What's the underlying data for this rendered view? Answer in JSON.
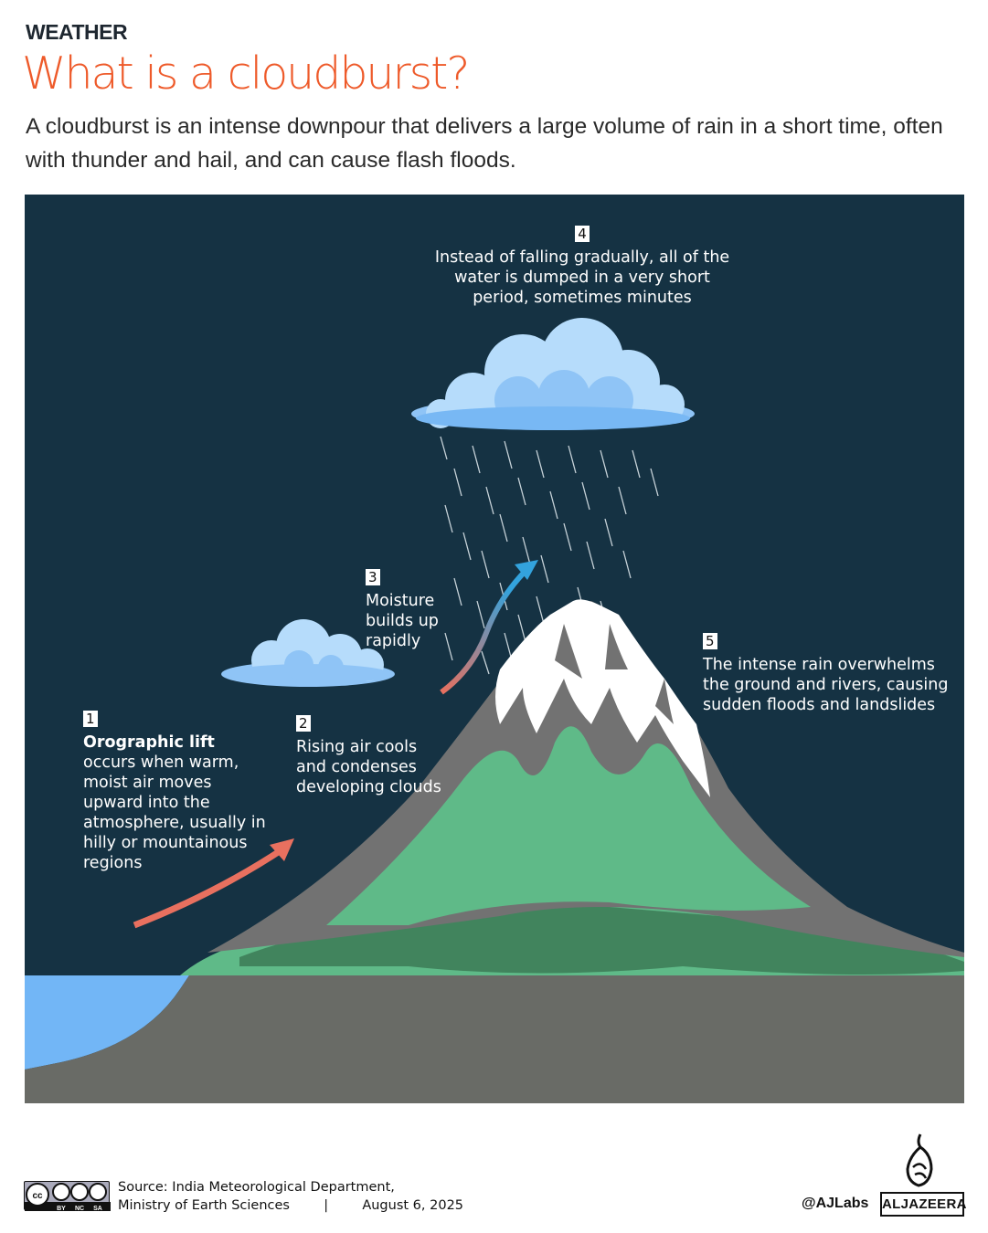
{
  "header": {
    "kicker": "WEATHER",
    "title": "What is a cloudburst?",
    "subtitle": "A cloudburst is an intense downpour that delivers a large volume of rain in a short time, often with thunder and hail, and can cause flash floods."
  },
  "colors": {
    "title": "#ee5a2a",
    "panel_bg": "#153243",
    "ground": "#696b66",
    "water": "#72b6f6",
    "grass": "#5fba88",
    "grass_dark": "#41845d",
    "rock": "#727272",
    "snow": "#ffffff",
    "cloud_light": "#b6dcfb",
    "cloud_mid": "#8fc4f6",
    "arrow_warm": "#e8705f",
    "arrow_cool": "#33a3dd"
  },
  "steps": [
    {
      "number": "1",
      "heading": "Orographic lift",
      "text": "occurs when warm, moist air moves upward into the atmosphere, usually in hilly or mountainous regions"
    },
    {
      "number": "2",
      "text": "Rising air cools and condenses developing clouds"
    },
    {
      "number": "3",
      "text": "Moisture builds up rapidly"
    },
    {
      "number": "4",
      "text": "Instead of falling gradually, all of the water is dumped in a very short period, sometimes minutes"
    },
    {
      "number": "5",
      "text": "The intense rain overwhelms the ground and rivers, causing sudden floods and landslides"
    }
  ],
  "footer": {
    "license": "CC BY NC SA",
    "source_line1": "Source:  India Meteorological Department,",
    "source_line2": "Ministry of Earth Sciences",
    "separator": "|",
    "date": "August 6, 2025",
    "handle": "@AJLabs",
    "brand": "ALJAZEERA"
  }
}
